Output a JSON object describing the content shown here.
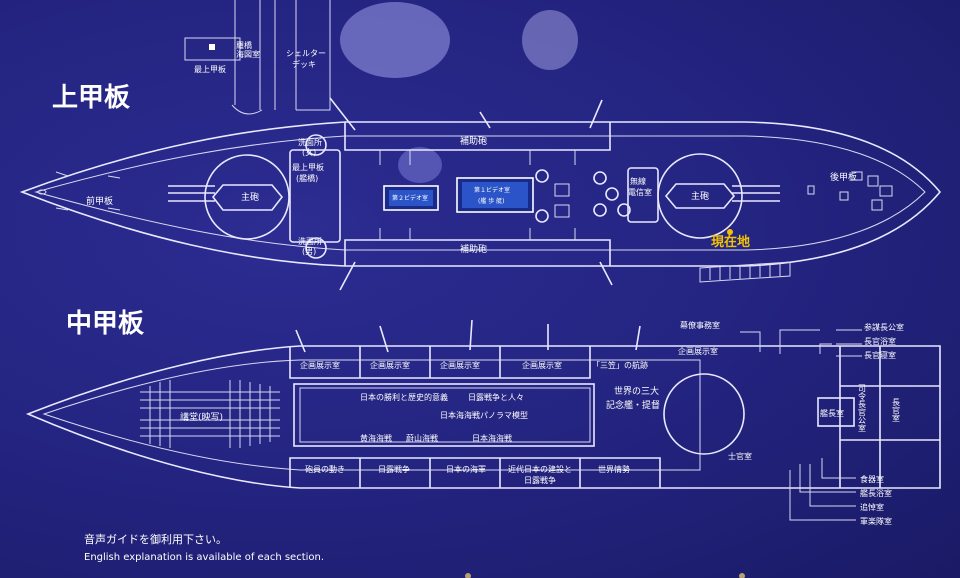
{
  "headings": {
    "upper_deck": "上甲板",
    "middle_deck": "中甲板"
  },
  "top_area": {
    "bridge": "羅橋",
    "chart_room": "海図室",
    "top_deck": "最上甲板",
    "shelter_deck": "シェルター\nデッキ"
  },
  "upper": {
    "forward_deck": "前甲板",
    "main_gun_fore": "主砲",
    "top_deck_bridge": "最上甲板\n(艦橋)",
    "washroom_fore": "洗面所\n(女)",
    "washroom_aft": "洗面所\n(男)",
    "video_room_2": "第２ビデオ室",
    "video_room_1": "第１ビデオ室",
    "video_room_1_sub": "(艦 歩 艇)",
    "secondary_gun_top": "補助砲",
    "secondary_gun_bottom": "補助砲",
    "radio_room": "無線\n電信室",
    "main_gun_aft": "主砲",
    "rear_deck": "後甲板",
    "you_are_here": "現在地"
  },
  "middle": {
    "lecture_hall": "講堂(映写)",
    "exhibit_1": "企画展示室",
    "exhibit_2": "企画展示室",
    "exhibit_3": "企画展示室",
    "exhibit_4": "企画展示室",
    "mikasa_footsteps": "「三笠」の航跡",
    "staff_office": "幕僚事務室",
    "exhibit_5": "企画展示室",
    "chief_staff_room": "参謀長公室",
    "commander_bath": "長官浴室",
    "commander_bedroom": "長官寝室",
    "victory_meaning": "日本の勝利と歴史的意義",
    "war_people": "日露戦争と人々",
    "panorama": "日本海海戦パノラマ模型",
    "yellow_sea": "黄海海戦",
    "ulsan": "蔚山海戦",
    "sea_of_japan": "日本海海戦",
    "three_memorial": "世界の三大\n記念艦・提督",
    "commander_office": "司令長官公室",
    "captain_room": "艦長室",
    "commander_room": "長官室",
    "officers_room": "士官室",
    "gun_movement": "砲員の動き",
    "russo_war": "日露戦争",
    "japanese_navy": "日本の海軍",
    "modern_japan": "近代日本の建設と\n日露戦争",
    "world_situation": "世界情勢",
    "dining_room": "食器室",
    "captain_bath": "艦長浴室",
    "wardroom": "追悼室",
    "band_room": "軍楽隊室"
  },
  "notes": {
    "audio_guide": "音声ガイドを御利用下さい。",
    "english": "English explanation is available of each section."
  }
}
